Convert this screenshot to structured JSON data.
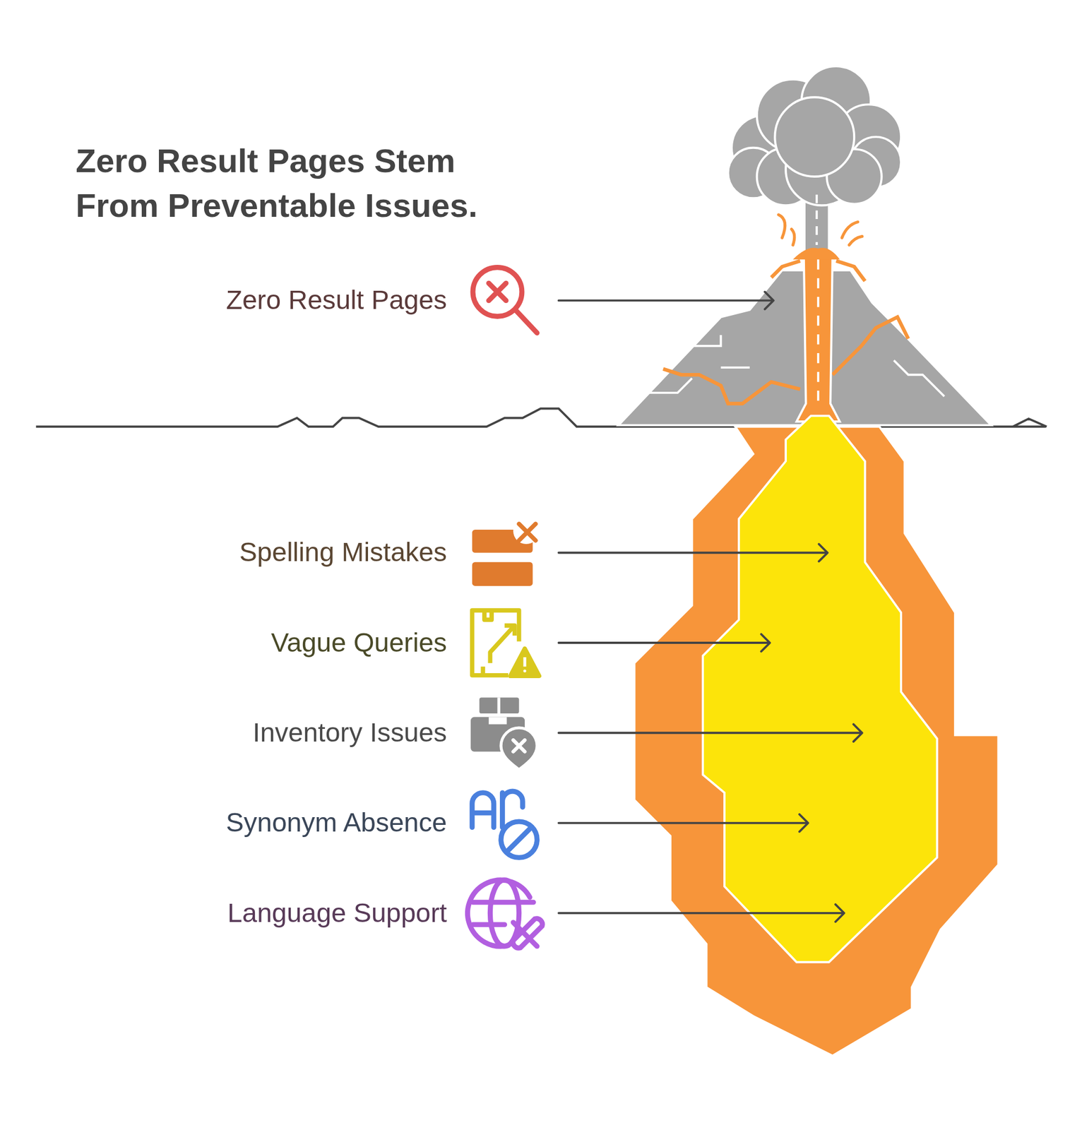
{
  "diagram": {
    "title": "Zero Result Pages Stem From Preventable Issues.",
    "labels": [
      "Zero Result Pages",
      "Spelling Mistakes",
      "Vague Queries",
      "Inventory Issues",
      "Synonym Absence",
      "Language Support"
    ]
  }
}
